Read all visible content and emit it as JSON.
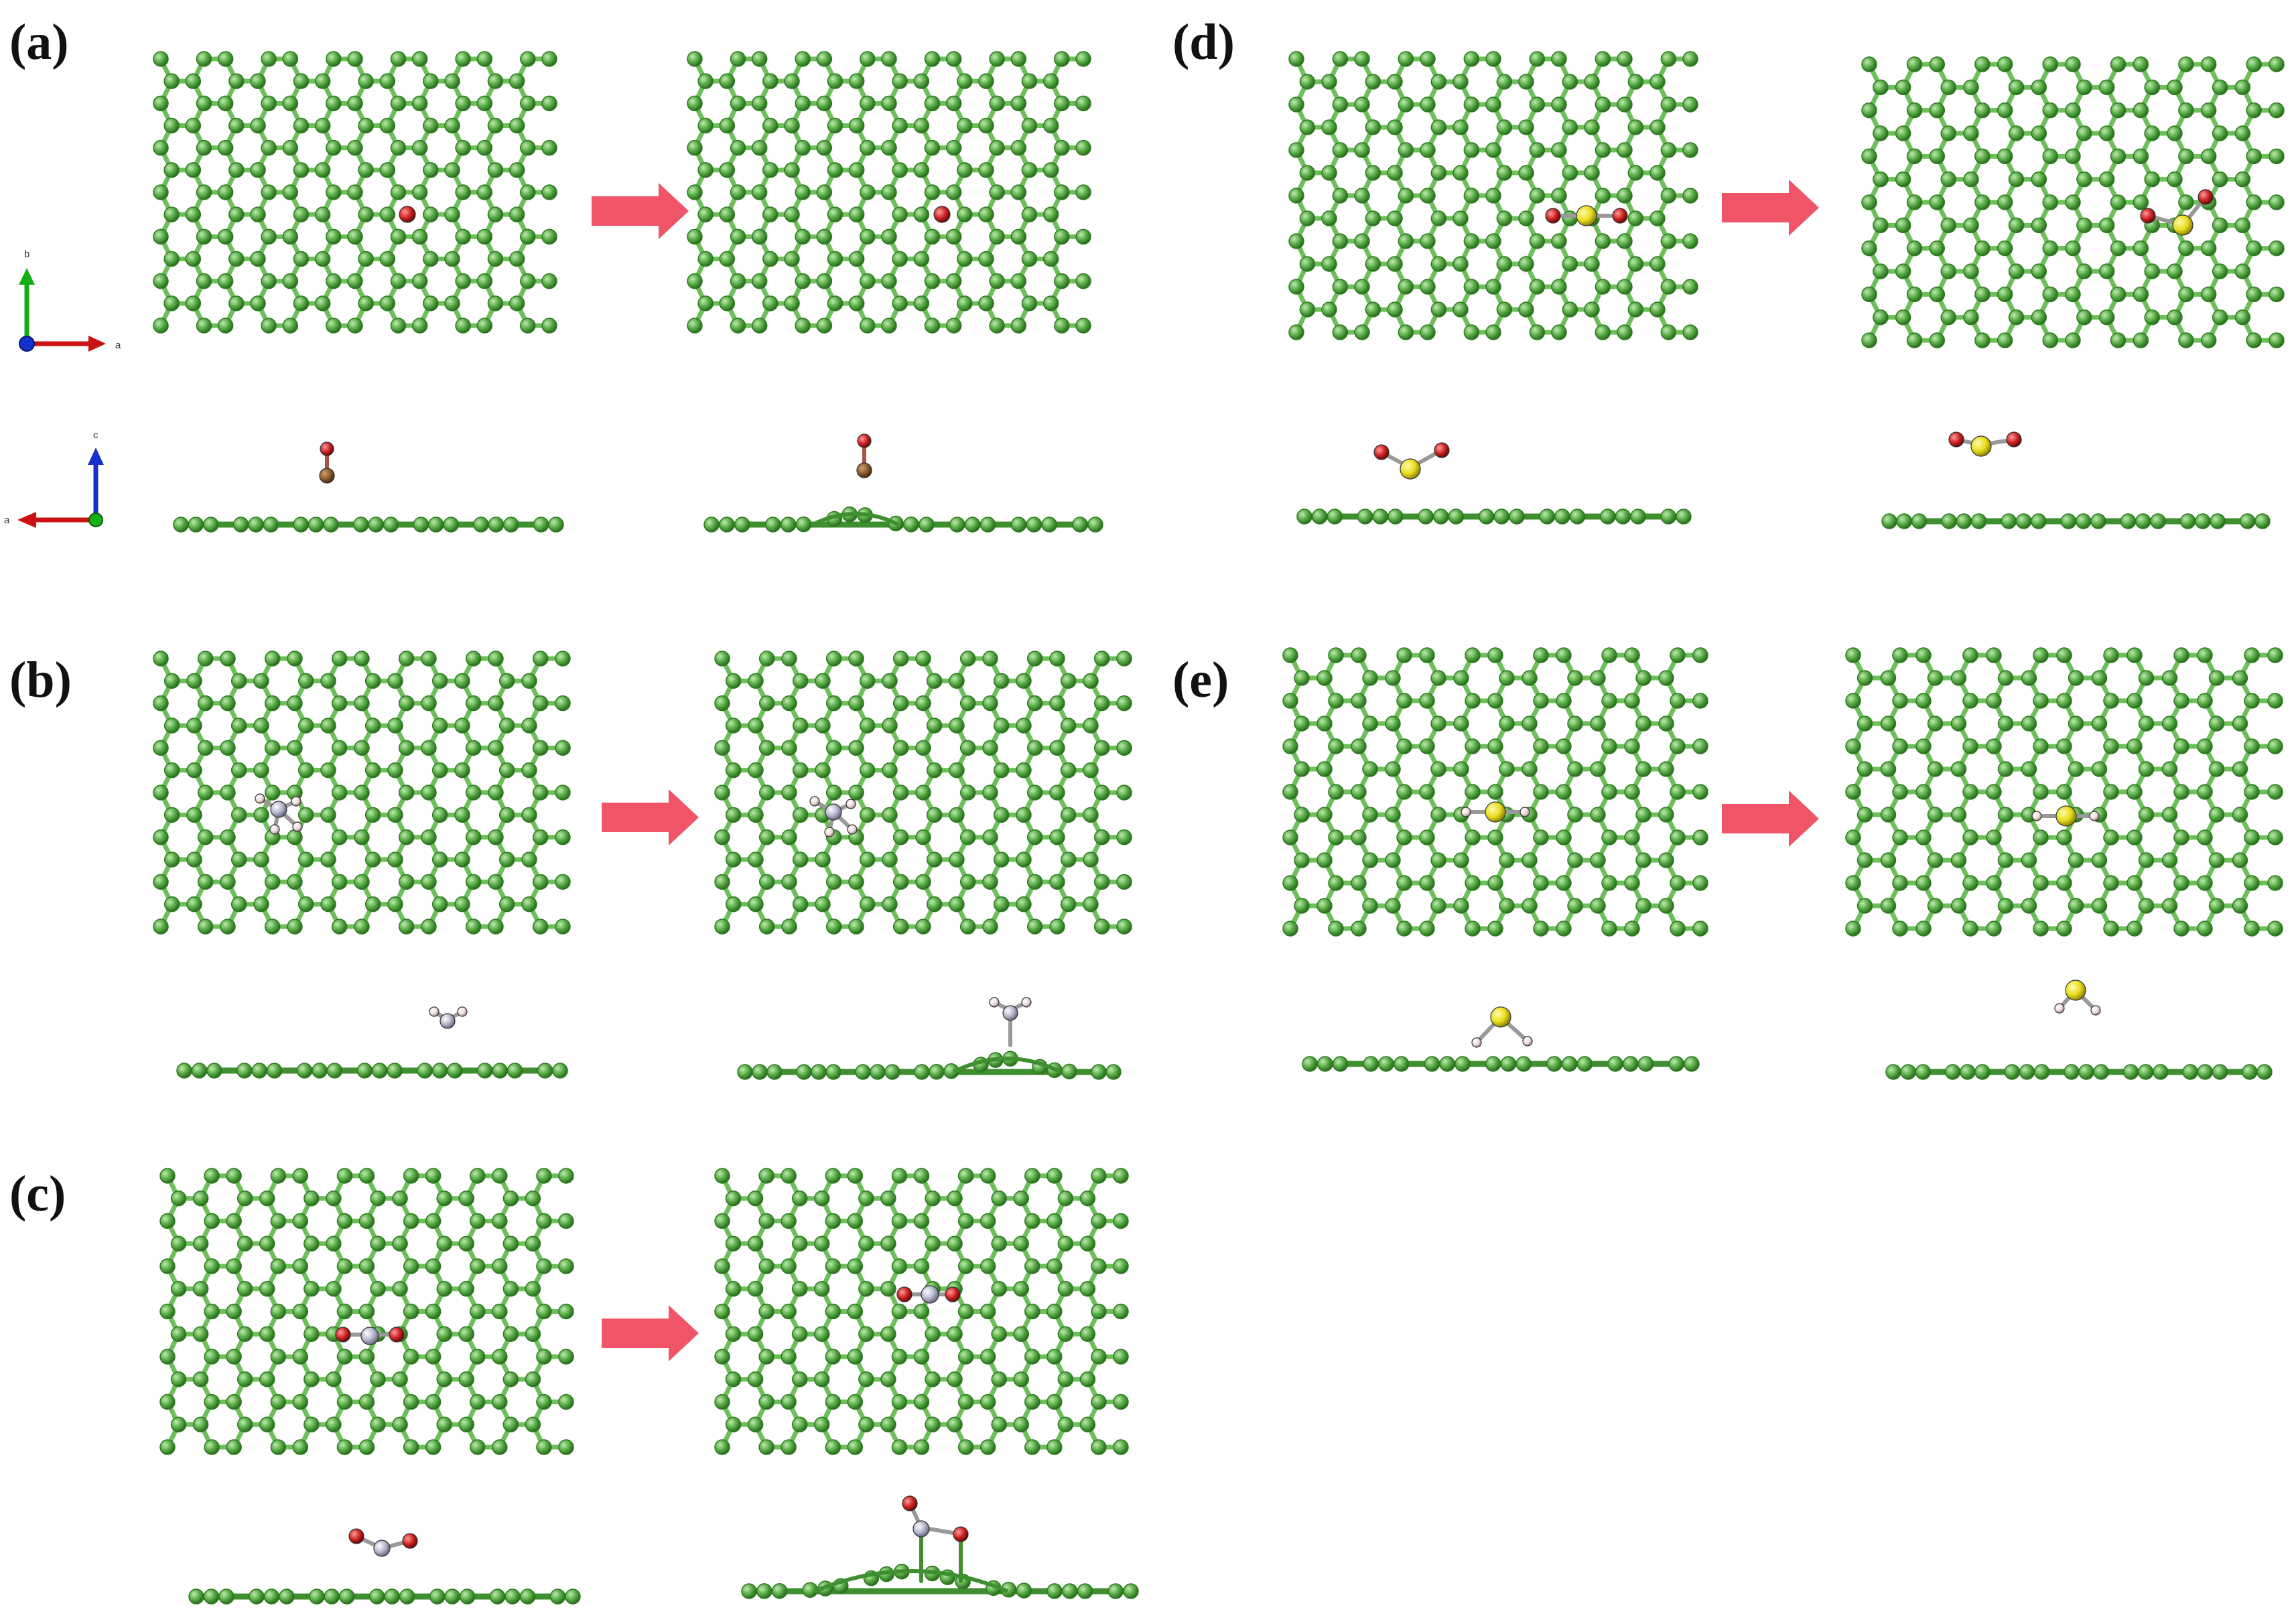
{
  "figure": {
    "colors": {
      "substrate_atom": "#5aad48",
      "substrate_bond": "#6fbe5c",
      "substrate_edge": "#2f7a22",
      "oxygen": "#cc2020",
      "carbon": "#8b5a2b",
      "nitrogen": "#b4b4cc",
      "sulfur": "#e8dc1c",
      "hydrogen": "#eedddd",
      "arrow": "#ef5566",
      "axis_x": "#cc1111",
      "axis_y": "#16b016",
      "axis_z": "#1530cc"
    },
    "panels": [
      {
        "label": "(a)",
        "adsorbate": "CO"
      },
      {
        "label": "(b)",
        "adsorbate": "NH3"
      },
      {
        "label": "(c)",
        "adsorbate": "NO2"
      },
      {
        "label": "(d)",
        "adsorbate": "SO2"
      },
      {
        "label": "(e)",
        "adsorbate": "H2S"
      }
    ],
    "axes_top": {
      "up": "b",
      "right": "a"
    },
    "axes_side": {
      "up": "c",
      "left": "a"
    },
    "arrow_icon": "right-arrow-icon"
  }
}
